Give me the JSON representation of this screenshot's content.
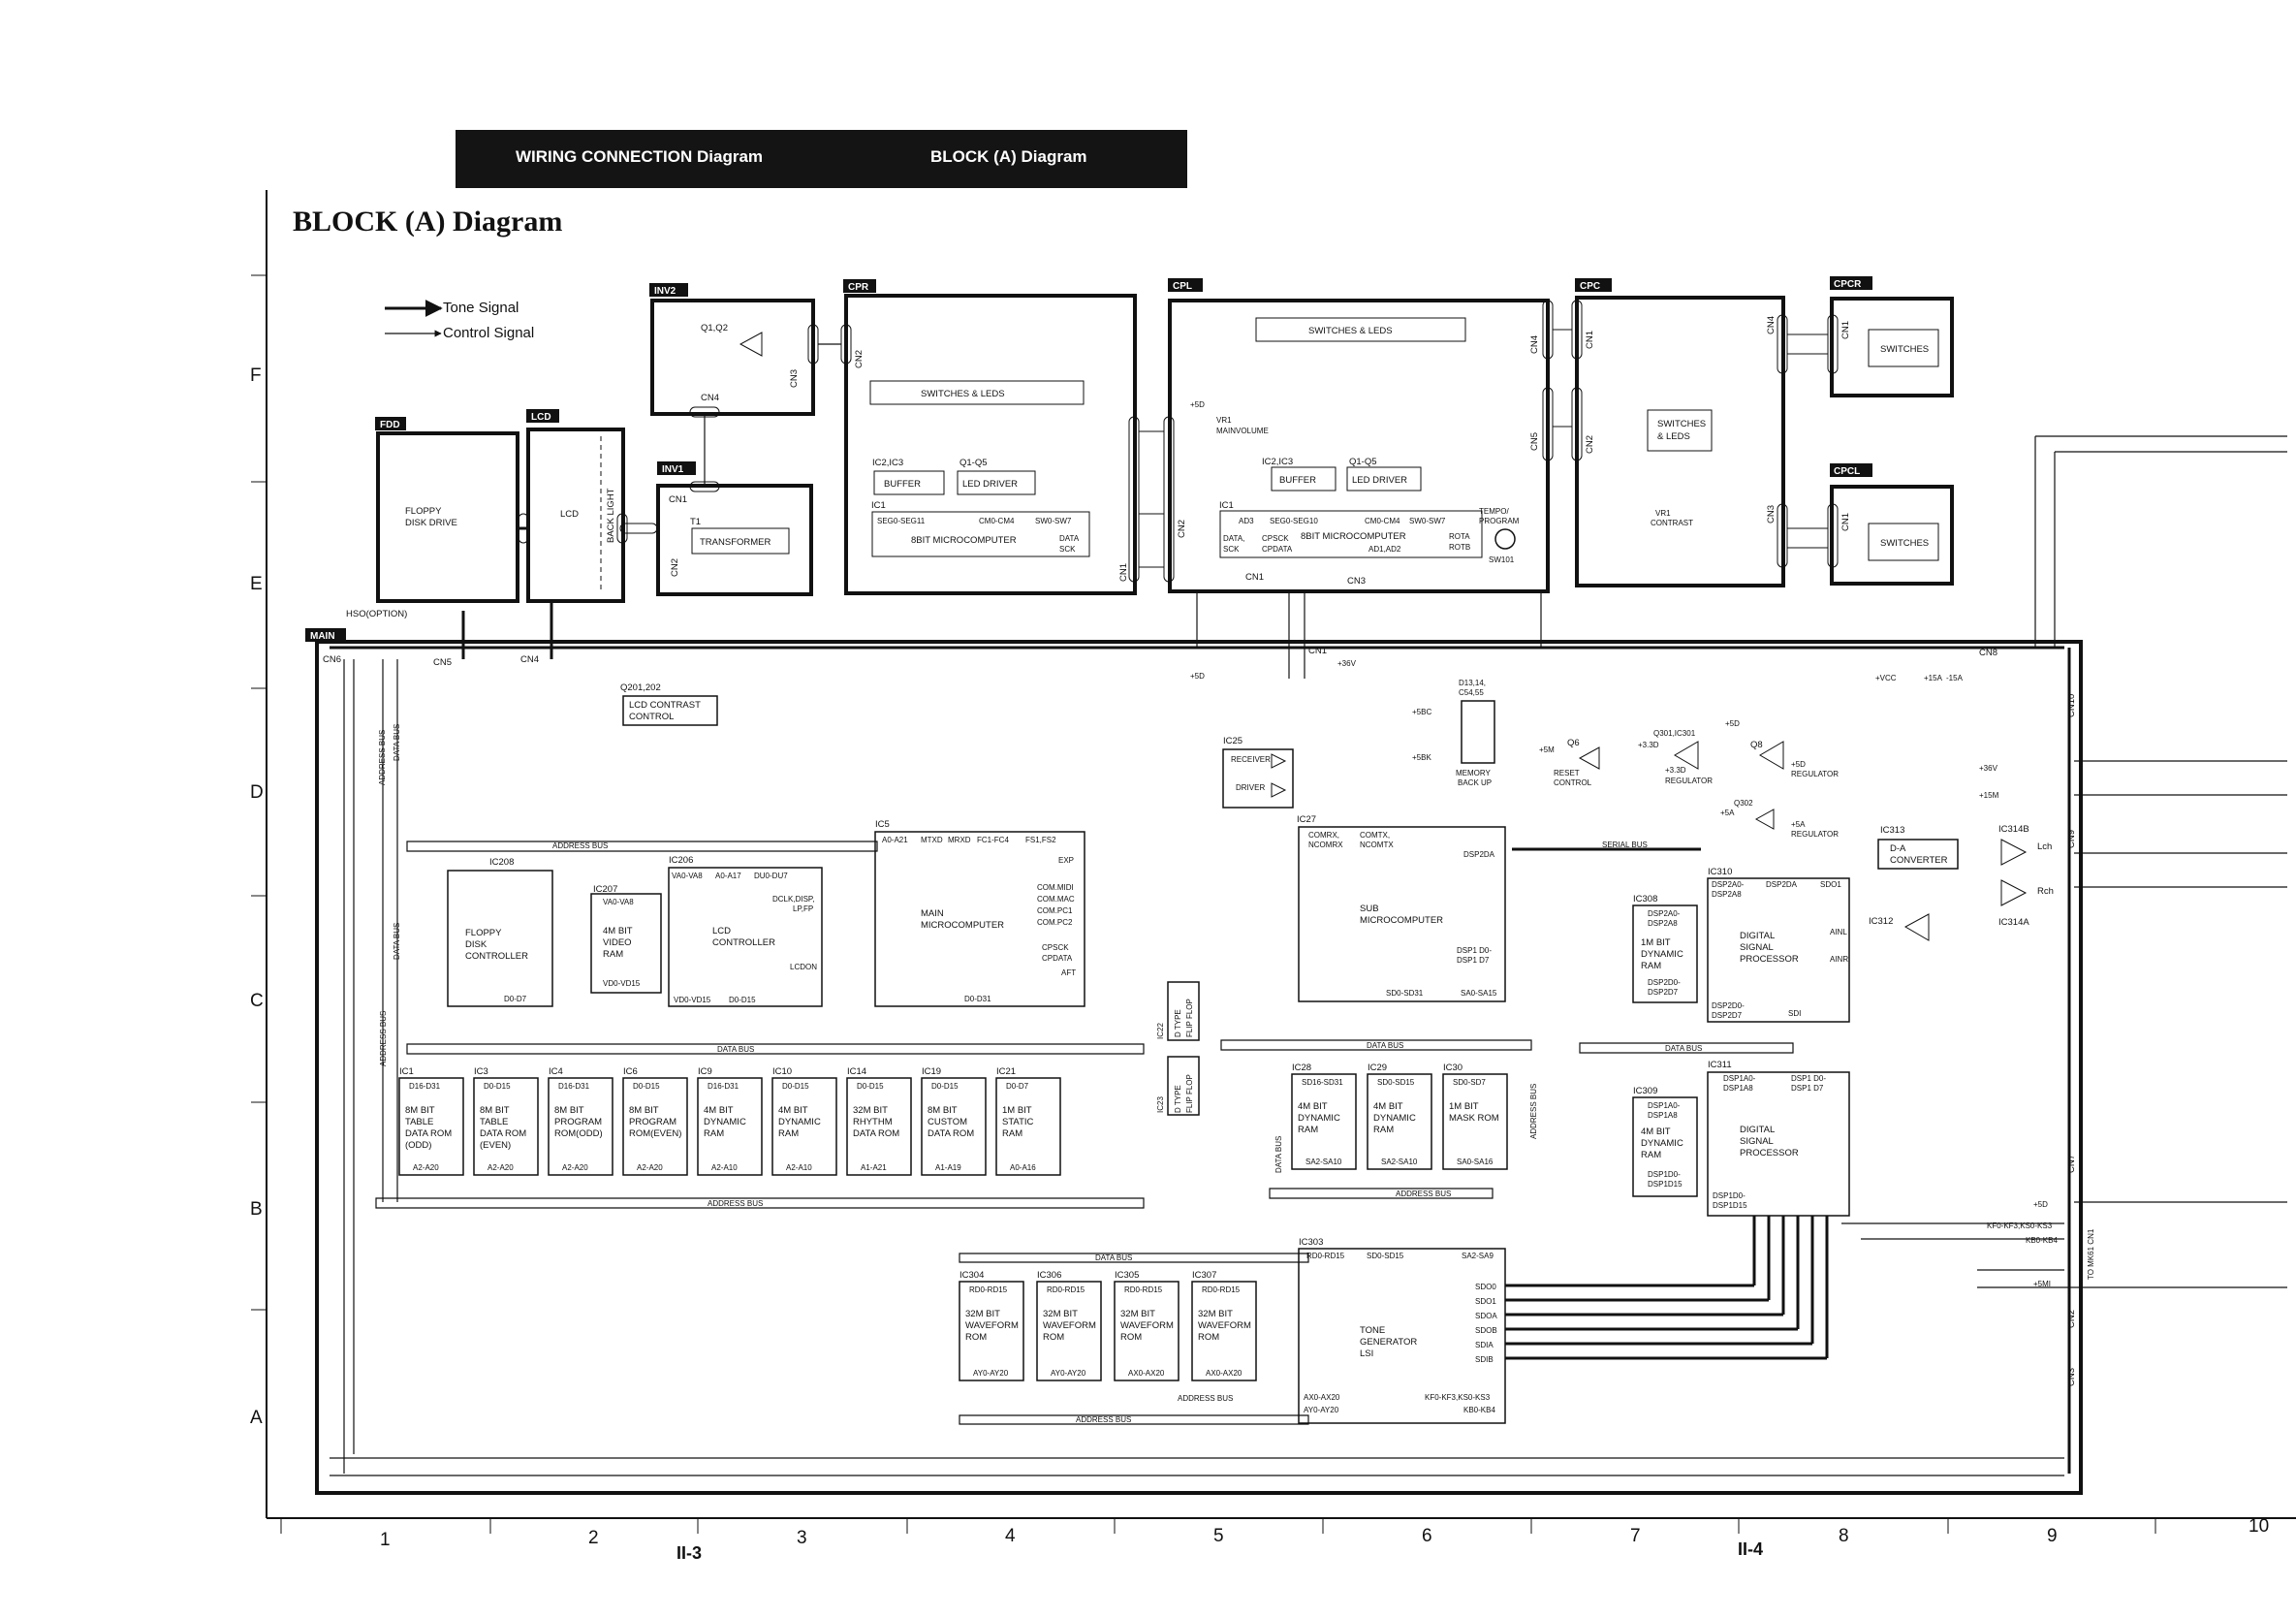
{
  "header": {
    "left": "WIRING CONNECTION Diagram",
    "right": "BLOCK (A) Diagram"
  },
  "title": "BLOCK (A) Diagram",
  "legend": {
    "tone": "Tone Signal",
    "control": "Control Signal"
  },
  "page_numbers": [
    "II-3",
    "II-4"
  ],
  "row_labels": [
    "F",
    "E",
    "D",
    "C",
    "B",
    "A"
  ],
  "col_labels": [
    "1",
    "2",
    "3",
    "4",
    "5",
    "6",
    "7",
    "8",
    "9",
    "10"
  ],
  "boards": {
    "fdd": "FDD",
    "lcd": "LCD",
    "inv2": "INV2",
    "inv1": "INV1",
    "cpr": "CPR",
    "cpl": "CPL",
    "cpc": "CPC",
    "cpcr": "CPCR",
    "cpcl": "CPCL",
    "main": "MAIN"
  },
  "blocks": {
    "floppy": "FLOPPY",
    "disk_drive": "DISK DRIVE",
    "lcd": "LCD",
    "back_light": "BACK LIGHT",
    "q1q2": "Q1,Q2",
    "t1": "T1",
    "transformer": "TRANSFORMER",
    "cpr_switches": "SWITCHES & LEDS",
    "cpr_ic": "IC2,IC3",
    "cpr_q": "Q1-Q5",
    "buffer": "BUFFER",
    "led_driver": "LED DRIVER",
    "ic1": "IC1",
    "cpr_seg": "SEG0-SEG11",
    "cpr_com": "CM0-CM4",
    "cpr_sw": "SW0-SW7",
    "cpr_mcu": "8BIT MICROCOMPUTER",
    "data": "DATA",
    "sck": "SCK",
    "cpl_switches": "SWITCHES & LEDS",
    "vr1": "VR1",
    "mainvolume": "MAINVOLUME",
    "cpl_ic": "IC2,IC3",
    "cpl_q": "Q1-Q5",
    "cpl_ic1": "IC1",
    "ad3": "AD3",
    "cpl_seg": "SEG0-SEG10",
    "cpl_com": "CM0-CM4",
    "cpl_sw": "SW0-SW7",
    "tempo": "TEMPO/",
    "program": "PROGRAM",
    "data_sck": "DATA,",
    "sck2": "SCK",
    "cpsck": "CPSCK",
    "cpdata": "CPDATA",
    "cpl_mcu": "8BIT MICROCOMPUTER",
    "ad1ad2": "AD1,AD2",
    "rota": "ROTA",
    "rotb": "ROTB",
    "sw101": "SW101",
    "cpc_switches": "SWITCHES",
    "cpc_leds": "& LEDS",
    "cpc_vr1": "VR1",
    "contrast": "CONTRAST",
    "cpcr_switches": "SWITCHES",
    "cpcl_switches": "SWITCHES",
    "hso": "HSO(OPTION)",
    "q201": "Q201,202",
    "lcd_contrast": "LCD CONTRAST",
    "control": "CONTROL",
    "address_bus": "ADDRESS BUS",
    "data_bus": "DATA BUS",
    "ic208": "IC208",
    "fdc1": "FLOPPY",
    "fdc2": "DISK",
    "fdc3": "CONTROLLER",
    "d0d7": "D0-D7",
    "ic207": "IC207",
    "va0va8": "VA0-VA8",
    "vram1": "4M BIT",
    "vram2": "VIDEO",
    "vram3": "RAM",
    "vd0vd15": "VD0-VD15",
    "ic206": "IC206",
    "va0va8b": "VA0-VA8",
    "a0a17": "A0-A17",
    "du0du7": "DU0-DU7",
    "dclk": "DCLK,DISP,",
    "lpfp": "LP,FP",
    "lcdc1": "LCD",
    "lcdc2": "CONTROLLER",
    "lcdon": "LCDON",
    "vd0vd15b": "VD0-VD15",
    "d0d15": "D0-D15",
    "ic5": "IC5",
    "a0a21": "A0-A21",
    "mtxd": "MTXD",
    "mrxd": "MRXD",
    "fc": "FC1-FC4",
    "fs": "FS1,FS2",
    "exp": "EXP",
    "com_midi": "COM.MIDI",
    "com_mac": "COM.MAC",
    "com_pc1": "COM.PC1",
    "com_pc2": "COM.PC2",
    "main_mcu1": "MAIN",
    "main_mcu2": "MICROCOMPUTER",
    "cpsck2": "CPSCK",
    "cpdata2": "CPDATA",
    "aft": "AFT",
    "d0d31": "D0-D31",
    "ic25": "IC25",
    "receiver": "RECEIVER",
    "driver": "DRIVER",
    "ic27": "IC27",
    "comrx": "COMRX,",
    "ncomrx": "NCOMRX",
    "comtx": "COMTX,",
    "ncomtx": "NCOMTX",
    "dsp2da": "DSP2DA",
    "sub1": "SUB",
    "sub2": "MICROCOMPUTER",
    "dsp1d0": "DSP1 D0-",
    "dsp1d7": "DSP1 D7",
    "sd0sd31": "SD0-SD31",
    "sa0sa15": "SA0-SA15",
    "d13": "D13,14,",
    "c54": "C54,55",
    "memory": "MEMORY",
    "backup": "BACK UP",
    "q6": "Q6",
    "reset": "RESET",
    "reset2": "CONTROL",
    "q301": "Q301,IC301",
    "reg33": "+3.3D",
    "regulator": "REGULATOR",
    "q8": "Q8",
    "plus5d": "+5D",
    "regulator2": "REGULATOR",
    "q302": "Q302",
    "plus5a": "+5A",
    "regulator3": "REGULATOR",
    "vcc": "+VCC",
    "p15a": "+15A",
    "m15a": "-15A",
    "p5d": "+5D",
    "p5bc": "+5BC",
    "p5bk": "+5BK",
    "p5m": "+5M",
    "p33d": "+3.3D",
    "p5a": "+5A",
    "p36v": "+36V",
    "p15m": "+15M",
    "p5mi": "+5MI",
    "p5d2": "+5D",
    "p5d3": "+5D",
    "serial_bus": "SERIAL BUS",
    "ic310": "IC310",
    "dsp2a0": "DSP2A0-",
    "dsp2a8": "DSP2A8",
    "dsp2da2": "DSP2DA",
    "sdo1": "SDO1",
    "ic308": "IC308",
    "dspram1": "1M BIT",
    "dspram2": "DYNAMIC",
    "dspram3": "RAM",
    "dsp2d0": "DSP2D0-",
    "dsp2d7": "DSP2D7",
    "dsp1": "DIGITAL",
    "dsp2": "SIGNAL",
    "dsp3": "PROCESSOR",
    "ainl": "AINL",
    "ainr": "AINR",
    "sdi": "SDI",
    "ic312": "IC312",
    "ic313": "IC313",
    "da1": "D-A",
    "da2": "CONVERTER",
    "ic314b": "IC314B",
    "lch": "Lch",
    "rch": "Rch",
    "ic314a": "IC314A",
    "ic311": "IC311",
    "dsp1a0": "DSP1A0-",
    "dsp1a8": "DSP1A8",
    "dsp1d0b": "DSP1 D0-",
    "dsp1d7b": "DSP1 D7",
    "ic309": "IC309",
    "ram4m": "4M BIT",
    "ram4m2": "DYNAMIC",
    "ram4m3": "RAM",
    "dsp1d0c": "DSP1D0-",
    "dsp1d15": "DSP1D15",
    "dspb1": "DIGITAL",
    "dspb2": "SIGNAL",
    "dspb3": "PROCESSOR",
    "ic22": "IC22",
    "ic23": "IC23",
    "dtype": "D TYPE",
    "flipflop": "FLIP FLOP",
    "ic303": "IC303",
    "rd0rd15": "RD0-RD15",
    "sd0sd15": "SD0-SD15",
    "sa2sa9": "SA2-SA9",
    "tone1": "TONE",
    "tone2": "GENERATOR",
    "tone3": "LSI",
    "ax0ax20": "AX0-AX20",
    "ay0ay20": "AY0-AY20",
    "kf0": "KF0-KF3,KS0-KS3",
    "kb0": "KB0-KB4",
    "sdo0": "SDO0",
    "sdo1b": "SDO1",
    "sdoa": "SDOA",
    "sdob": "SDOB",
    "sdia": "SDIA",
    "sdib": "SDIB",
    "kf_line": "KF0-KF3,KS0-KS3",
    "kb_line": "KB0-KB4",
    "to_mk": "TO MK61 CN1",
    "cn6": "CN6",
    "cn5": "CN5",
    "cn4": "CN4",
    "cn1": "CN1",
    "cn8": "CN8",
    "cn10": "CN10",
    "cn9": "CN9",
    "cn7": "CN7",
    "cn2": "CN2",
    "cn3": "CN3"
  },
  "memory_chips": [
    {
      "ic": "IC1",
      "pins_top": "D16-D31",
      "l1": "8M BIT",
      "l2": "TABLE",
      "l3": "DATA ROM",
      "l4": "(ODD)",
      "pins_bot": "A2-A20"
    },
    {
      "ic": "IC3",
      "pins_top": "D0-D15",
      "l1": "8M BIT",
      "l2": "TABLE",
      "l3": "DATA ROM",
      "l4": "(EVEN)",
      "pins_bot": "A2-A20"
    },
    {
      "ic": "IC4",
      "pins_top": "D16-D31",
      "l1": "8M BIT",
      "l2": "PROGRAM",
      "l3": "ROM(ODD)",
      "l4": "",
      "pins_bot": "A2-A20"
    },
    {
      "ic": "IC6",
      "pins_top": "D0-D15",
      "l1": "8M BIT",
      "l2": "PROGRAM",
      "l3": "ROM(EVEN)",
      "l4": "",
      "pins_bot": "A2-A20"
    },
    {
      "ic": "IC9",
      "pins_top": "D16-D31",
      "l1": "4M BIT",
      "l2": "DYNAMIC",
      "l3": "RAM",
      "l4": "",
      "pins_bot": "A2-A10"
    },
    {
      "ic": "IC10",
      "pins_top": "D0-D15",
      "l1": "4M BIT",
      "l2": "DYNAMIC",
      "l3": "RAM",
      "l4": "",
      "pins_bot": "A2-A10"
    },
    {
      "ic": "IC14",
      "pins_top": "D0-D15",
      "l1": "32M BIT",
      "l2": "RHYTHM",
      "l3": "DATA ROM",
      "l4": "",
      "pins_bot": "A1-A21"
    },
    {
      "ic": "IC19",
      "pins_top": "D0-D15",
      "l1": "8M BIT",
      "l2": "CUSTOM",
      "l3": "DATA ROM",
      "l4": "",
      "pins_bot": "A1-A19"
    },
    {
      "ic": "IC21",
      "pins_top": "D0-D7",
      "l1": "1M BIT",
      "l2": "STATIC",
      "l3": "RAM",
      "l4": "",
      "pins_bot": "A0-A16"
    }
  ],
  "sub_chips": [
    {
      "ic": "IC28",
      "pins_top": "SD16-SD31",
      "l1": "4M BIT",
      "l2": "DYNAMIC",
      "l3": "RAM",
      "pins_bot": "SA2-SA10"
    },
    {
      "ic": "IC29",
      "pins_top": "SD0-SD15",
      "l1": "4M BIT",
      "l2": "DYNAMIC",
      "l3": "RAM",
      "pins_bot": "SA2-SA10"
    },
    {
      "ic": "IC30",
      "pins_top": "SD0-SD7",
      "l1": "1M BIT",
      "l2": "MASK ROM",
      "l3": "",
      "pins_bot": "SA0-SA16"
    }
  ],
  "wave_chips": [
    {
      "ic": "IC304",
      "pins_top": "RD0-RD15",
      "l1": "32M BIT",
      "l2": "WAVEFORM",
      "l3": "ROM",
      "pins_bot": "AY0-AY20"
    },
    {
      "ic": "IC306",
      "pins_top": "RD0-RD15",
      "l1": "32M BIT",
      "l2": "WAVEFORM",
      "l3": "ROM",
      "pins_bot": "AY0-AY20"
    },
    {
      "ic": "IC305",
      "pins_top": "RD0-RD15",
      "l1": "32M BIT",
      "l2": "WAVEFORM",
      "l3": "ROM",
      "pins_bot": "AX0-AX20"
    },
    {
      "ic": "IC307",
      "pins_top": "RD0-RD15",
      "l1": "32M BIT",
      "l2": "WAVEFORM",
      "l3": "ROM",
      "pins_bot": "AX0-AX20"
    }
  ]
}
